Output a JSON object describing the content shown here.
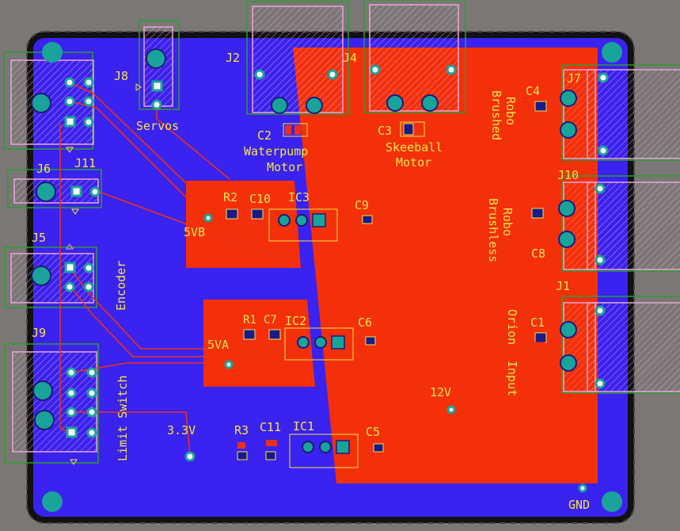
{
  "colors": {
    "background": "#7a7775",
    "board_outline": "#111111",
    "bottom_copper": "#3a22f0",
    "top_copper": "#f3300a",
    "trace": "#e8301a",
    "silkscreen": "#f3e54a",
    "courtyard": "#e7a7d4",
    "pad_teal": "#1aa39a",
    "outline_green": "#2f9a36"
  },
  "connectors": {
    "j2": "J2",
    "j4": "J4",
    "j7": "J7",
    "j8": "J8",
    "j10": "J10",
    "j1": "J1",
    "j6": "J6",
    "j11": "J11",
    "j5": "J5",
    "j9": "J9"
  },
  "components": {
    "c1": "C1",
    "c2": "C2",
    "c3": "C3",
    "c4": "C4",
    "c5": "C5",
    "c6": "C6",
    "c7": "C7",
    "c8": "C8",
    "c9": "C9",
    "c10": "C10",
    "c11": "C11",
    "r1": "R1",
    "r2": "R2",
    "r3": "R3",
    "ic1": "IC1",
    "ic2": "IC2",
    "ic3": "IC3"
  },
  "labels": {
    "servos": "Servos",
    "waterpump": "Waterpump",
    "waterpump_motor": "Motor",
    "skeeball": "Skeeball",
    "skeeball_motor": "Motor",
    "robo_brushed_1": "Robo",
    "robo_brushed_2": "Brushed",
    "robo_brushless_1": "Robo",
    "robo_brushless_2": "Brushless",
    "orion_input_1": "Orion",
    "orion_input_2": "Input",
    "encoder": "Encoder",
    "limit_switch": "Limit Switch",
    "rail_5vb": "5VB",
    "rail_5va": "5VA",
    "rail_12v": "12V",
    "rail_3v3": "3.3V",
    "gnd": "GND"
  }
}
